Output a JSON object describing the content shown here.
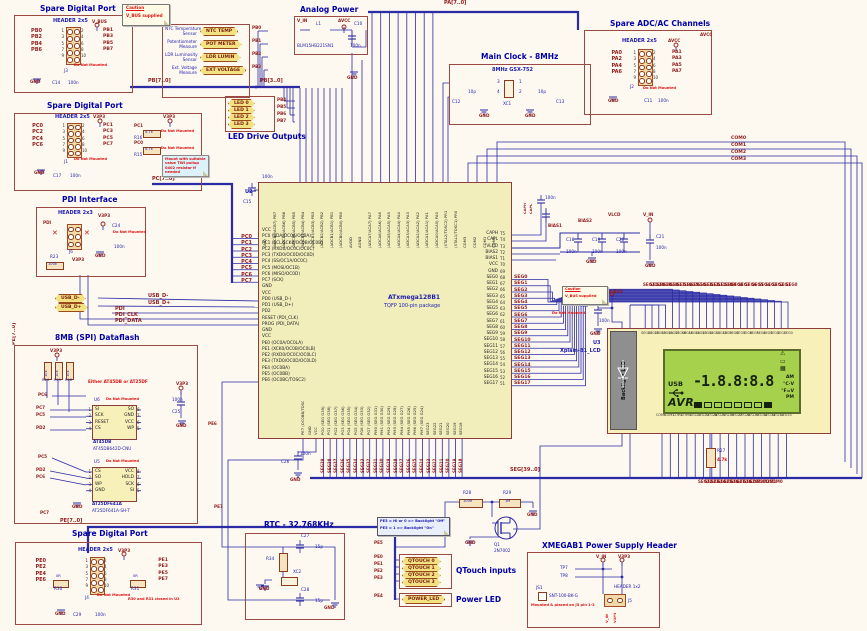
{
  "symbols": {
    "gnd": "GND",
    "dnm": "Do Not Mounted"
  },
  "power": {
    "vbus": "V_BUS",
    "v3p3": "V3P3",
    "vin": "V_IN",
    "avcc": "AVCC"
  },
  "buses": {
    "pb": "PB[7..0]",
    "pb30": "PB[3..0]",
    "pc": "PC[7..0]",
    "pa": "PA[7..0]",
    "pe": "PE[7..0]",
    "seg": "SEG[39..0]"
  },
  "blocks": {
    "spare_pb": {
      "title": "Spare Digital Port",
      "header": "HEADER 2x5",
      "conn": "J3",
      "cap": "C14",
      "cap_value": "100n",
      "left": [
        "PB0",
        "PB2",
        "PB4",
        "PB6"
      ],
      "right": [
        "PB1",
        "PB3",
        "PB5",
        "PB7"
      ],
      "lnums": [
        "1",
        "3",
        "5",
        "7",
        "9"
      ],
      "rnums": [
        "2",
        "4",
        "6",
        "8",
        "10"
      ]
    },
    "caution": {
      "title": "Caution",
      "text": "V_BUS supplied"
    },
    "spare_pc": {
      "title": "Spare Digital Port",
      "header": "HEADER 2x5",
      "conn": "J1",
      "cap": "C17",
      "cap_value": "100n",
      "left": [
        "PC0",
        "PC2",
        "PC4",
        "PC6"
      ],
      "right": [
        "PC1",
        "PC3",
        "PC5",
        "PC7"
      ],
      "lnums": [
        "1",
        "3",
        "5",
        "7",
        "9"
      ],
      "rnums": [
        "2",
        "4",
        "6",
        "8",
        "10"
      ],
      "pullups": [
        {
          "net": "PC1",
          "ref": "R16",
          "value": "4.7k"
        },
        {
          "net": "PC0",
          "ref": "R15",
          "value": "4.7k"
        }
      ],
      "note": "Mount with suitable value TWI pullup 0402 resistor if needed"
    },
    "pdi": {
      "title": "PDI Interface",
      "header": "HEADER 2x3",
      "net": "PDI",
      "conn": "J6",
      "cap": "C24",
      "cap_value": "100n",
      "res": "R23",
      "res_value": "100k"
    },
    "usb": {
      "tags": [
        "USB_D-",
        "USB_D+"
      ],
      "nets": [
        "USB_D-",
        "USB_D+"
      ],
      "pdi_nets": [
        "PDI",
        "PDI_CLK",
        "PDI_DATA"
      ]
    },
    "dataflash": {
      "title": "8MB (SPI) Dataflash",
      "pull_refs": [
        "R24",
        "R25",
        "R26"
      ],
      "pull_value": "10k",
      "either": "Either AT45DB or AT25DF",
      "u6": {
        "ref": "U6",
        "lnums": [
          "1",
          "2",
          "3",
          "4"
        ],
        "left": [
          "SI",
          "SCK",
          "RESET",
          "CS"
        ],
        "rnums": [
          "8",
          "7",
          "6",
          "5"
        ],
        "right": [
          "SO",
          "GND",
          "VCC",
          "WP"
        ],
        "name": "AT45DB",
        "part": "AT45DB642D-CNU"
      },
      "u5": {
        "ref": "U5",
        "lnums": [
          "1",
          "2",
          "3",
          "4"
        ],
        "left": [
          "CS",
          "SO",
          "WP",
          "GND"
        ],
        "rnums": [
          "8",
          "7",
          "6",
          "5"
        ],
        "right": [
          "VCC",
          "HOLD",
          "SCK",
          "SI"
        ],
        "name": "AT25DF641A",
        "part": "AT25DF641A-SH-T"
      },
      "cap": "C25",
      "cap_value": "100n",
      "nets_u6": [
        "PC6",
        "PC7",
        "PC5",
        "PD2"
      ],
      "nets_u5": [
        "PC5",
        "PD2",
        "PC6"
      ],
      "net_bottom": "PC7"
    },
    "spare_pe": {
      "title": "Spare Digital Port",
      "header": "HEADER 2x5",
      "conn": "J4",
      "cap": "C29",
      "cap_value": "100n",
      "left": [
        "PE0",
        "PE2",
        "PE4",
        "PE6"
      ],
      "right": [
        "PE1",
        "PE3",
        "PE5",
        "PE7"
      ],
      "lnums": [
        "1",
        "3",
        "5",
        "7",
        "9"
      ],
      "rnums": [
        "2",
        "4",
        "6",
        "8",
        "10"
      ],
      "r30": {
        "ref": "R30",
        "value": "0R"
      },
      "r31": {
        "ref": "R31",
        "value": "0R"
      },
      "note": "R30 and R31 closed in U2"
    },
    "sensors": {
      "rows": [
        {
          "label": "NTC Temperature",
          "label2": "Sensor",
          "tag": "NTC TEMP",
          "net": "PB0"
        },
        {
          "label": "Potentiometer",
          "label2": "Measure",
          "tag": "POT METER",
          "net": "PB1"
        },
        {
          "label": "LDR Luminosity",
          "label2": "Sensor",
          "tag": "LDR LUMIN",
          "net": "PB2"
        },
        {
          "label": "Ext. Voltage",
          "label2": "Measure",
          "tag": "EXT VOLTAGE",
          "net": "PB3"
        }
      ]
    },
    "analog_power": {
      "title": "Analog Power",
      "ind": "L1",
      "part": "BLM15HB221SN1",
      "cap": "C10",
      "cap_value": "100n"
    },
    "led_outputs": {
      "title": "LED Drive Outputs",
      "rows": [
        {
          "tag": "LED 0",
          "net": "PB4"
        },
        {
          "tag": "LED 1",
          "net": "PB5"
        },
        {
          "tag": "LED 2",
          "net": "PB6"
        },
        {
          "tag": "LED 3",
          "net": "PB7"
        }
      ]
    },
    "main_clock": {
      "title": "Main Clock - 8MHz",
      "part": "8MHz GSX-752",
      "xtal": "XC1",
      "c_left": "C12",
      "c_left_value": "10p",
      "c_right": "C13",
      "c_right_value": "10p",
      "pins": [
        "3",
        "4",
        "1",
        "2"
      ]
    },
    "spare_adc": {
      "title": "Spare ADC/AC Channels",
      "header": "HEADER 2x5",
      "conn": "J2",
      "cap": "C11",
      "cap_value": "100n",
      "left": [
        "PA0",
        "PA2",
        "PA4",
        "PA6"
      ],
      "right": [
        "PA1",
        "PA3",
        "PA5",
        "PA7"
      ],
      "lnums": [
        "1",
        "3",
        "5",
        "7",
        "9"
      ],
      "rnums": [
        "2",
        "4",
        "6",
        "8",
        "10"
      ]
    },
    "mcu": {
      "ref": "U2",
      "name": "ATxmega128B1",
      "package": "TQFP 100-pin package",
      "bypass_cap": "C15",
      "bypass_value": "100n",
      "left_pins": [
        "VCC",
        "PC0 (SDA/OC0A/OC0A)",
        "PC1 (SCL/SCK0/OC0B/OC0B)",
        "PC2 (RXD0/OC0C/OC0C)",
        "PC3 (TXD0/OC0D/OC0D)",
        "PC4 (SS/OC1A/OC0C)",
        "PC5 (MOSI/OC1B)",
        "PC6 (MISO/OC0D)",
        "PC7 (SCK)",
        "GND",
        "VCC",
        "PD0 (USB_D-)",
        "PD1 (USB_D+)",
        "PD2",
        "RESET (PDI_CLK)",
        "PROG (PDI_DATA)",
        "GND",
        "VCC",
        "PE0 (OC0A/OC0LA)",
        "PE1 (XCK0/OC0B/OC0LB)",
        "PE2 (RXD0/OC0C/OC0LC)",
        "PE3 (TXD0/OC0D/OC0LD)",
        "PE4 (OC0BA)",
        "PE5 (OC0BB)",
        "PE6 (OC0BC/TOSC2)"
      ],
      "left_nets": [
        "PC0",
        "PC1",
        "PC2",
        "PC3",
        "PC4",
        "PC5",
        "PC6",
        "PC7"
      ],
      "right_labels": [
        "CAPH",
        "CAPL",
        "VLCD",
        "BIAS2",
        "BIAS1",
        "VCC",
        "GND",
        "SEG0",
        "SEG1",
        "SEG2",
        "SEG3",
        "SEG4",
        "SEG5",
        "SEG6",
        "SEG7",
        "SEG8",
        "SEG9",
        "SEG10",
        "SEG11",
        "SEG12",
        "SEG13",
        "SEG14",
        "SEG15",
        "SEG16",
        "SEG17"
      ],
      "right_nums": [
        "T5",
        "T4",
        "T3",
        "T2",
        "T1",
        "70",
        "69",
        "68",
        "67",
        "66",
        "65",
        "64",
        "63",
        "62",
        "61",
        "60",
        "59",
        "58",
        "57",
        "56",
        "55",
        "54",
        "53",
        "52",
        "51"
      ],
      "right_nets": [
        "SEG0",
        "SEG1",
        "SEG2",
        "SEG3",
        "SEG4",
        "SEG5",
        "SEG6",
        "SEG7",
        "SEG8",
        "SEG9",
        "SEG10",
        "SEG11",
        "SEG12",
        "SEG13",
        "SEG14",
        "SEG15",
        "SEG16",
        "SEG17"
      ],
      "top_pins": [
        "GND",
        "(ADCB7/ACB7) PB7",
        "(ADCB6/ACB6) PB6",
        "(ADCB5/ACB5) PB5",
        "(ADCB4/ACB4) PB4",
        "(ADCB3/ACB3) PB3",
        "(ADCB2/ACB2) PB2",
        "(ADCB1/ACB1) PB1",
        "(ADCB0/ACB0) PB0",
        "AVDD",
        "AGND",
        "(ADCA7/ACA7) PA7",
        "(ADCA6/ACA6) PA6",
        "(ADCA5/ACA5) PA5",
        "(ADCA4/ACA4) PA4",
        "(ADCA3/ACA3) PA3",
        "(ADCA2/ACA2) PA2",
        "(ADCA1/ACA1) PA1",
        "(ADCA0/ACA0) PA0",
        "(XTAL2/TOSC2) PR1",
        "(XTAL1/TOSC1) PR0",
        "COM3",
        "COM2",
        "COM1",
        "COM0"
      ],
      "bottom_pins": [
        "PE7 (OC0BB/TOSC1)",
        "GND",
        "VCC",
        "PG0 (SEG G39)",
        "PG1 (SEG G38)",
        "PG2 (SEG G37)",
        "PG3 (SEG G36)",
        "PG4 (SEG G35)",
        "PG5 (SEG G34)",
        "PG6 (SEG G33)",
        "PG7 (SEG G32)",
        "PM0 (SEG G31)",
        "PM1 (SEG G30)",
        "PM2 (SEG G29)",
        "PM3 (SEG G28)",
        "PM4 (SEG G27)",
        "PM5 (SEG G26)",
        "PM6 (SEG G25)",
        "PM7 (SEG G24)",
        "SEG23",
        "SEG22",
        "SEG21",
        "SEG20",
        "SEG19",
        "SEG18"
      ],
      "bottom_nets": [
        "SEG39",
        "SEG38",
        "SEG37",
        "SEG36",
        "SEG35",
        "SEG34",
        "SEG33",
        "SEG32",
        "SEG31",
        "SEG30",
        "SEG29",
        "SEG28",
        "SEG27",
        "SEG26",
        "SEG25",
        "SEG24",
        "SEG23",
        "SEG22",
        "SEG21",
        "SEG20",
        "SEG19",
        "SEG18"
      ],
      "com_nets": [
        "COM0",
        "COM1",
        "COM2",
        "COM3"
      ]
    },
    "vlcd": {
      "nets": [
        "BIAS1",
        "BIAS2",
        "VLCD"
      ],
      "caps": [
        {
          "ref": "C18",
          "value": "100n"
        },
        {
          "ref": "C19",
          "value": "100n"
        },
        {
          "ref": "C20",
          "value": "100n"
        }
      ],
      "c16": "C16",
      "c16_value": "100n",
      "caph": "CAPH",
      "capl": "CAPL",
      "c21": "C21",
      "c21_value": "100n"
    },
    "lcd": {
      "ref": "U3",
      "name": "Xplain-B1_LCD",
      "backlight": "Backlight LED",
      "cap": "C30",
      "cap_value": "100n",
      "r27": "R27",
      "r27_value": "4.7k",
      "bundle_nets": [
        "SEG21",
        "SEG20",
        "SEG19",
        "SEG18",
        "SEG17",
        "SEG16",
        "SEG15",
        "SEG14",
        "SEG13",
        "SEG12",
        "SEG11",
        "SEG10",
        "SEG9",
        "SEG8",
        "SEG7",
        "SEG6",
        "SEG5",
        "SEG4",
        "SEG3",
        "SEG2",
        "SEG1",
        "SEG0"
      ],
      "inner_top": [
        "SEG21",
        "SEG20",
        "SEG19",
        "SEG18",
        "SEG17",
        "SEG16",
        "SEG15",
        "SEG14",
        "SEG13",
        "SEG12",
        "SEG11",
        "SEG10",
        "SEG9",
        "SEG8",
        "SEG7",
        "SEG6",
        "SEG5",
        "SEG4",
        "SEG3",
        "SEG2",
        "SEG1",
        "SEG0"
      ],
      "inner_bottom": [
        "COM0",
        "COM1",
        "COM2",
        "COM3",
        "SEG22",
        "SEG23",
        "SEG24",
        "SEG25",
        "SEG26",
        "SEG27",
        "SEG28",
        "SEG29",
        "SEG30",
        "SEG31",
        "SEG32",
        "SEG33"
      ],
      "below_nets": [
        "SEG22",
        "SEG23",
        "SEG24",
        "SEG25",
        "SEG26",
        "SEG27",
        "SEG28",
        "SEG29",
        "COM3",
        "COM2",
        "COM1",
        "COM0"
      ],
      "screen": {
        "stars": "✳✳✳✳✳✳",
        "usb": "USB",
        "digits": "-1.8.8:8.8",
        "avr": "AVR",
        "right": [
          "AM",
          "°C·V",
          "°F=V",
          "PM"
        ]
      }
    },
    "rtc": {
      "title": "RTC - 32.768KHz",
      "c_top": "C27",
      "c_top_value": "15p",
      "res": "R34",
      "xtal": "XC2",
      "c_bot": "C28",
      "c_bot_value": "15p",
      "nets": [
        "PE6",
        "PE7"
      ]
    },
    "backlight_note": {
      "line1": "PE5 = Hi or 0 => Backlight \"Off\"",
      "line2": "PE5 = 1 => Backlight \"On\""
    },
    "qtouch": {
      "title": "QTouch inputs",
      "pe5": "PE5",
      "rows": [
        {
          "net": "PE0",
          "tag": "QTOUCH 0"
        },
        {
          "net": "PE1",
          "tag": "QTOUCH 1"
        },
        {
          "net": "PE2",
          "tag": "QTOUCH 2"
        },
        {
          "net": "PE3",
          "tag": "QTOUCH 3"
        }
      ],
      "power_led": {
        "net": "PE4",
        "tag": "POWER_LED",
        "title": "Power LED"
      }
    },
    "driver": {
      "r28": "R28",
      "r28_value": "100R",
      "r29": "R29",
      "r29_value": "1M",
      "q1": "Q1",
      "part": "2N7002"
    },
    "power_header": {
      "title": "XMEGAB1 Power Supply Header",
      "tp7": "TP7",
      "tp8": "TP8",
      "js1": "JS1",
      "part": "SNT-100-BK-G",
      "note": "Mounted & placed on J5 pin 1-2",
      "header": "HEADER 1x2",
      "conn": "J5"
    },
    "c26": {
      "ref": "C26",
      "value": "100n"
    }
  }
}
